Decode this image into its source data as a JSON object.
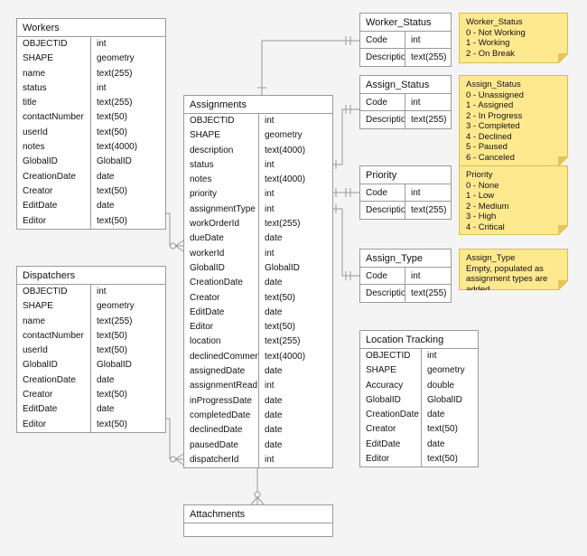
{
  "tables": {
    "workers": {
      "title": "Workers",
      "fields": [
        [
          "OBJECTID",
          "int"
        ],
        [
          "SHAPE",
          "geometry"
        ],
        [
          "name",
          "text(255)"
        ],
        [
          "status",
          "int"
        ],
        [
          "title",
          "text(255)"
        ],
        [
          "contactNumber",
          "text(50)"
        ],
        [
          "userId",
          "text(50)"
        ],
        [
          "notes",
          "text(4000)"
        ],
        [
          "GlobalID",
          "GlobalID"
        ],
        [
          "CreationDate",
          "date"
        ],
        [
          "Creator",
          "text(50)"
        ],
        [
          "EditDate",
          "date"
        ],
        [
          "Editor",
          "text(50)"
        ]
      ]
    },
    "dispatchers": {
      "title": "Dispatchers",
      "fields": [
        [
          "OBJECTID",
          "int"
        ],
        [
          "SHAPE",
          "geometry"
        ],
        [
          "name",
          "text(255)"
        ],
        [
          "contactNumber",
          "text(50)"
        ],
        [
          "userId",
          "text(50)"
        ],
        [
          "GlobalID",
          "GlobalID"
        ],
        [
          "CreationDate",
          "date"
        ],
        [
          "Creator",
          "text(50)"
        ],
        [
          "EditDate",
          "date"
        ],
        [
          "Editor",
          "text(50)"
        ]
      ]
    },
    "assignments": {
      "title": "Assignments",
      "fields": [
        [
          "OBJECTID",
          "int"
        ],
        [
          "SHAPE",
          "geometry"
        ],
        [
          "description",
          "text(4000)"
        ],
        [
          "status",
          "int"
        ],
        [
          "notes",
          "text(4000)"
        ],
        [
          "priority",
          "int"
        ],
        [
          "assignmentType",
          "int"
        ],
        [
          "workOrderId",
          "text(255)"
        ],
        [
          "dueDate",
          "date"
        ],
        [
          "workerId",
          "int"
        ],
        [
          "GlobalID",
          "GlobalID"
        ],
        [
          "CreationDate",
          "date"
        ],
        [
          "Creator",
          "text(50)"
        ],
        [
          "EditDate",
          "date"
        ],
        [
          "Editor",
          "text(50)"
        ],
        [
          "location",
          "text(255)"
        ],
        [
          "declinedComment",
          "text(4000)"
        ],
        [
          "assignedDate",
          "date"
        ],
        [
          "assignmentRead",
          "int"
        ],
        [
          "inProgressDate",
          "date"
        ],
        [
          "completedDate",
          "date"
        ],
        [
          "declinedDate",
          "date"
        ],
        [
          "pausedDate",
          "date"
        ],
        [
          "dispatcherId",
          "int"
        ]
      ]
    },
    "worker_status": {
      "title": "Worker_Status",
      "fields": [
        [
          "Code",
          "int"
        ],
        [
          "Description",
          "text(255)"
        ]
      ]
    },
    "assign_status": {
      "title": "Assign_Status",
      "fields": [
        [
          "Code",
          "int"
        ],
        [
          "Description",
          "text(255)"
        ]
      ]
    },
    "priority": {
      "title": "Priority",
      "fields": [
        [
          "Code",
          "int"
        ],
        [
          "Description",
          "text(255)"
        ]
      ]
    },
    "assign_type": {
      "title": "Assign_Type",
      "fields": [
        [
          "Code",
          "int"
        ],
        [
          "Description",
          "text(255)"
        ]
      ]
    },
    "location_tracking": {
      "title": "Location Tracking",
      "fields": [
        [
          "OBJECTID",
          "int"
        ],
        [
          "SHAPE",
          "geometry"
        ],
        [
          "Accuracy",
          "double"
        ],
        [
          "GlobalID",
          "GlobalID"
        ],
        [
          "CreationDate",
          "date"
        ],
        [
          "Creator",
          "text(50)"
        ],
        [
          "EditDate",
          "date"
        ],
        [
          "Editor",
          "text(50)"
        ]
      ]
    },
    "attachments": {
      "title": "Attachments",
      "fields": []
    }
  },
  "notes": {
    "worker_status": {
      "title": "Worker_Status",
      "lines": [
        "0 - Not Working",
        "1 - Working",
        "2 - On Break"
      ]
    },
    "assign_status": {
      "title": "Assign_Status",
      "lines": [
        "0 - Unassigned",
        "1 - Assigned",
        "2 - In Progress",
        "3 - Completed",
        "4 - Declined",
        "5 - Paused",
        "6 - Canceled"
      ]
    },
    "priority": {
      "title": "Priority",
      "lines": [
        "0 - None",
        "1 - Low",
        "2 - Medium",
        "3 - High",
        "4 - Critical"
      ]
    },
    "assign_type": {
      "title": "Assign_Type",
      "lines": [
        "Empty, populated as assignment types are added"
      ]
    }
  },
  "colors": {
    "background": "#f4f4f4",
    "table_fill": "#ffffff",
    "table_border": "#9a9a9a",
    "relationship_line": "#999999",
    "note_fill": "#ffe98f",
    "note_border": "#d9bc5a",
    "note_fold": "#e3c558",
    "text": "#111111"
  }
}
